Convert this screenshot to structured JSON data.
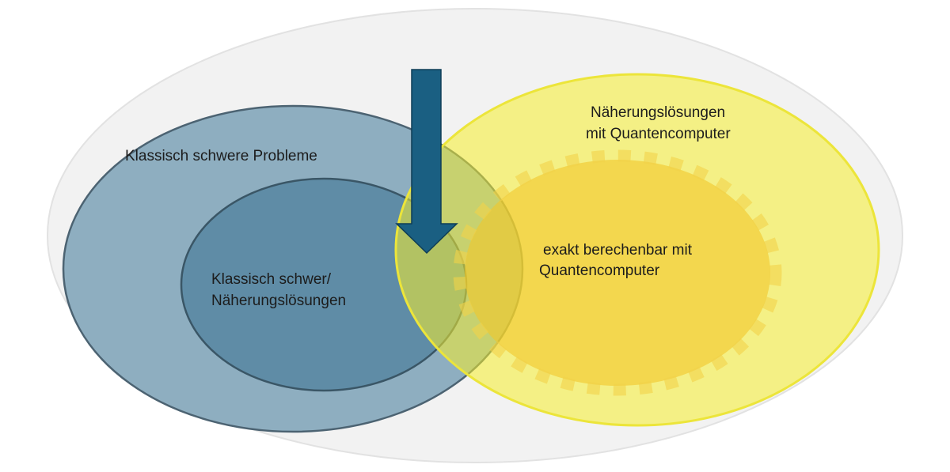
{
  "labels": {
    "classically_hard": "Klassisch schwere Probleme",
    "classically_hard_approx_line1": "Klassisch schwer/",
    "classically_hard_approx_line2": "Näherungslösungen",
    "quantum_approx_line1": "Näherungslösungen",
    "quantum_approx_line2": "mit Quantencomputer",
    "quantum_exact_line1": "exakt berechenbar mit",
    "quantum_exact_line2": "Quantencomputer"
  },
  "colors": {
    "outer_ellipse": "#f2f2f2",
    "classical_outer": "#8eaec0",
    "classical_inner": "#5f8ca6",
    "quantum_approx": "#f5f07a",
    "quantum_exact": "#f3d33a",
    "arrow": "#1a5f82"
  }
}
